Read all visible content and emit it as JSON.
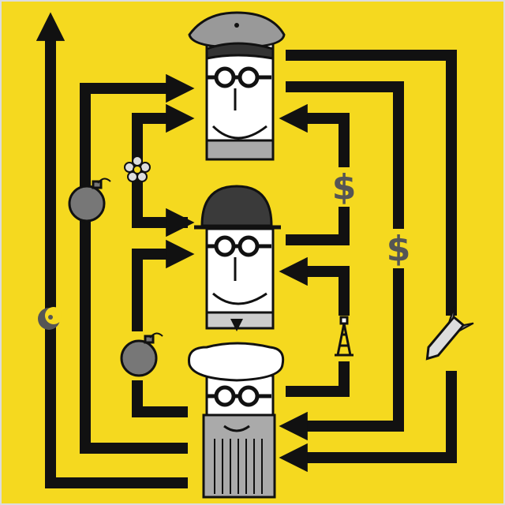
{
  "illustration": {
    "background": "#f5d91f",
    "ink": "#111111",
    "face": "#ffffff",
    "grey": "#8c8c8c",
    "dark": "#3a3a3a",
    "figures": [
      {
        "name": "military-officer",
        "headwear": "peaked-cap-icon"
      },
      {
        "name": "banker",
        "headwear": "bowler-hat-icon"
      },
      {
        "name": "cleric",
        "headwear": "turban-icon"
      }
    ],
    "symbols": {
      "dollar_upper": "$",
      "dollar_right": "$",
      "icons": [
        "bomb-icon",
        "flower-icon",
        "crescent-star-icon",
        "oil-derrick-icon",
        "missile-icon",
        "up-arrow-icon"
      ]
    }
  }
}
